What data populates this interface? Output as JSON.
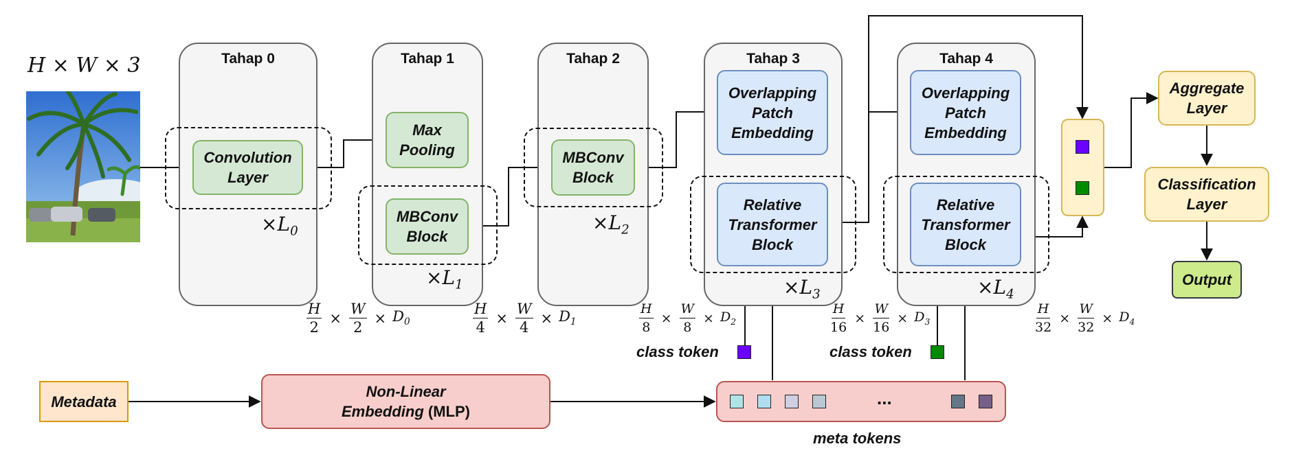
{
  "input": {
    "dims": "H × W × 3"
  },
  "stages": [
    {
      "title": "Tahap 0",
      "repeat": "×L",
      "repeat_sub": "0"
    },
    {
      "title": "Tahap 1",
      "repeat": "×L",
      "repeat_sub": "1"
    },
    {
      "title": "Tahap 2",
      "repeat": "×L",
      "repeat_sub": "2"
    },
    {
      "title": "Tahap 3",
      "repeat": "×L",
      "repeat_sub": "3"
    },
    {
      "title": "Tahap 4",
      "repeat": "×L",
      "repeat_sub": "4"
    }
  ],
  "blocks": {
    "conv_1": "Convolution",
    "conv_2": "Layer",
    "maxpool_1": "Max",
    "maxpool_2": "Pooling",
    "mbconv_1": "MBConv",
    "mbconv_2": "Block",
    "ope_1": "Overlapping",
    "ope_2": "Patch",
    "ope_3": "Embedding",
    "rtb_1": "Relative",
    "rtb_2": "Transformer",
    "rtb_3": "Block",
    "aggregate_1": "Aggregate",
    "aggregate_2": "Layer",
    "classification_1": "Classification",
    "classification_2": "Layer",
    "output": "Output",
    "metadata": "Metadata",
    "embedding_1": "Non-Linear",
    "embedding_2": "Embedding",
    "embedding_3": "(MLP)"
  },
  "resolutions": [
    {
      "num_h": "H",
      "den_h": "2",
      "num_w": "W",
      "den_w": "2",
      "d": "D",
      "d_sub": "0"
    },
    {
      "num_h": "H",
      "den_h": "4",
      "num_w": "W",
      "den_w": "4",
      "d": "D",
      "d_sub": "1"
    },
    {
      "num_h": "H",
      "den_h": "8",
      "num_w": "W",
      "den_w": "8",
      "d": "D",
      "d_sub": "2"
    },
    {
      "num_h": "H",
      "den_h": "16",
      "num_w": "W",
      "den_w": "16",
      "d": "D",
      "d_sub": "3"
    },
    {
      "num_h": "H",
      "den_h": "32",
      "num_w": "W",
      "den_w": "32",
      "d": "D",
      "d_sub": "4"
    }
  ],
  "labels": {
    "class_token": "class token",
    "meta_tokens": "meta tokens",
    "ellipsis": "..."
  },
  "colors": {
    "class_token_stage3": "#6a00ff",
    "class_token_stage4": "#008a00",
    "meta_token_colors": [
      "#b0e3e6",
      "#b1ddf0",
      "#d0cee2",
      "#bac8d3",
      "#647687",
      "#76608a"
    ]
  }
}
